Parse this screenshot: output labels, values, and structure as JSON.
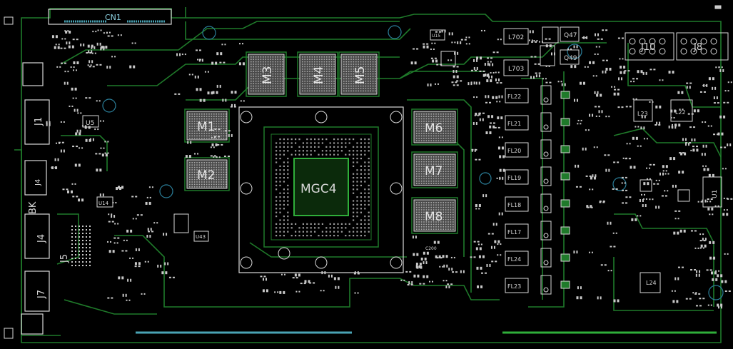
{
  "colors": {
    "background": "#000000",
    "trace": "#1f7a2a",
    "trace_bright": "#2fae3a",
    "silkscreen": "#d8d8d8",
    "pad": "#c9c9c9",
    "via": "#2b7f9a",
    "connector_pins": "#4aa3b5"
  },
  "labels": {
    "top_connector": "CN1",
    "gpu": "MGC4",
    "mem": [
      "M1",
      "M2",
      "M3",
      "M4",
      "M5",
      "M6",
      "M7",
      "M8"
    ],
    "jacks": [
      "J1",
      "J4",
      "J5",
      "J7"
    ],
    "bk": "BK",
    "u5": "U5",
    "u14": "U14",
    "u43": "U43",
    "u15": "U15",
    "q47": "Q47",
    "q49": "Q49",
    "l702": "L702",
    "l703": "L703",
    "fl_left": [
      "FL22",
      "FL21",
      "FL20",
      "FL19",
      "FL18",
      "FL17",
      "FL24",
      "FL23"
    ],
    "j10": "J10",
    "j8": "J8",
    "l23": "L23",
    "l22": "L22",
    "l24": "L24",
    "u1": "U1",
    "c200": "C200"
  }
}
